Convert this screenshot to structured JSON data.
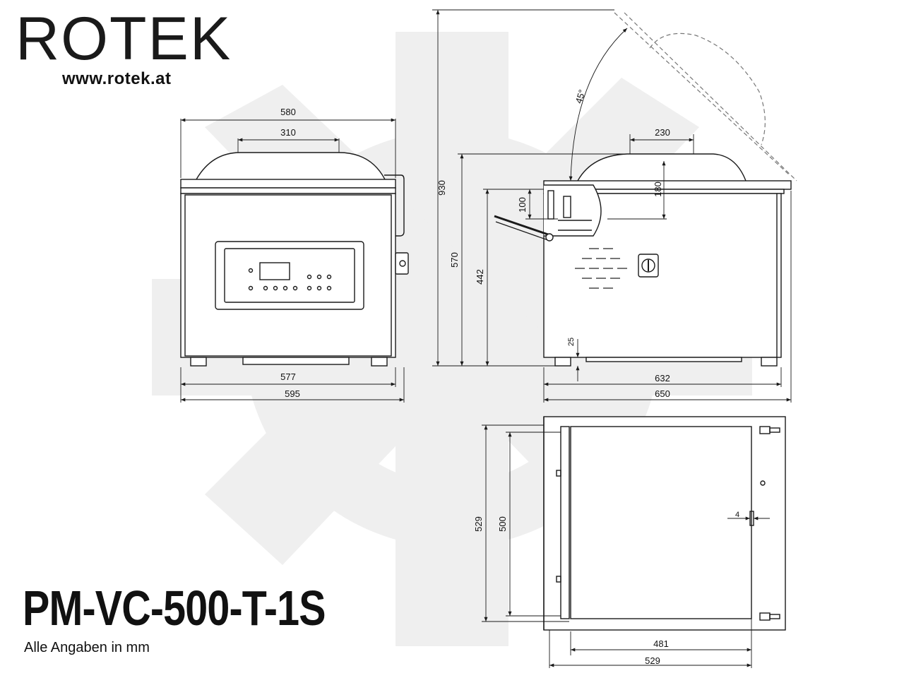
{
  "brand": {
    "name": "ROTEK",
    "url": "www.rotek.at"
  },
  "model": "PM-VC-500-T-1S",
  "note": "Alle Angaben in mm",
  "dimensions": {
    "front_width_top": "580",
    "front_lid_width": "310",
    "front_base_width": "577",
    "front_total_width": "595",
    "side_total_height": "930",
    "side_body_height": "570",
    "side_height_442": "442",
    "side_100": "100",
    "side_lid_depth": "230",
    "side_lid_height": "180",
    "side_feet": "25",
    "side_depth_632": "632",
    "side_depth_650": "650",
    "angle": "45°",
    "top_depth_529": "529",
    "top_depth_500": "500",
    "top_inner_481": "481",
    "top_outer_529": "529",
    "top_gap_4": "4"
  },
  "colors": {
    "line": "#1a1a1a",
    "watermark": "#eeeeee",
    "dashed": "#777777"
  }
}
